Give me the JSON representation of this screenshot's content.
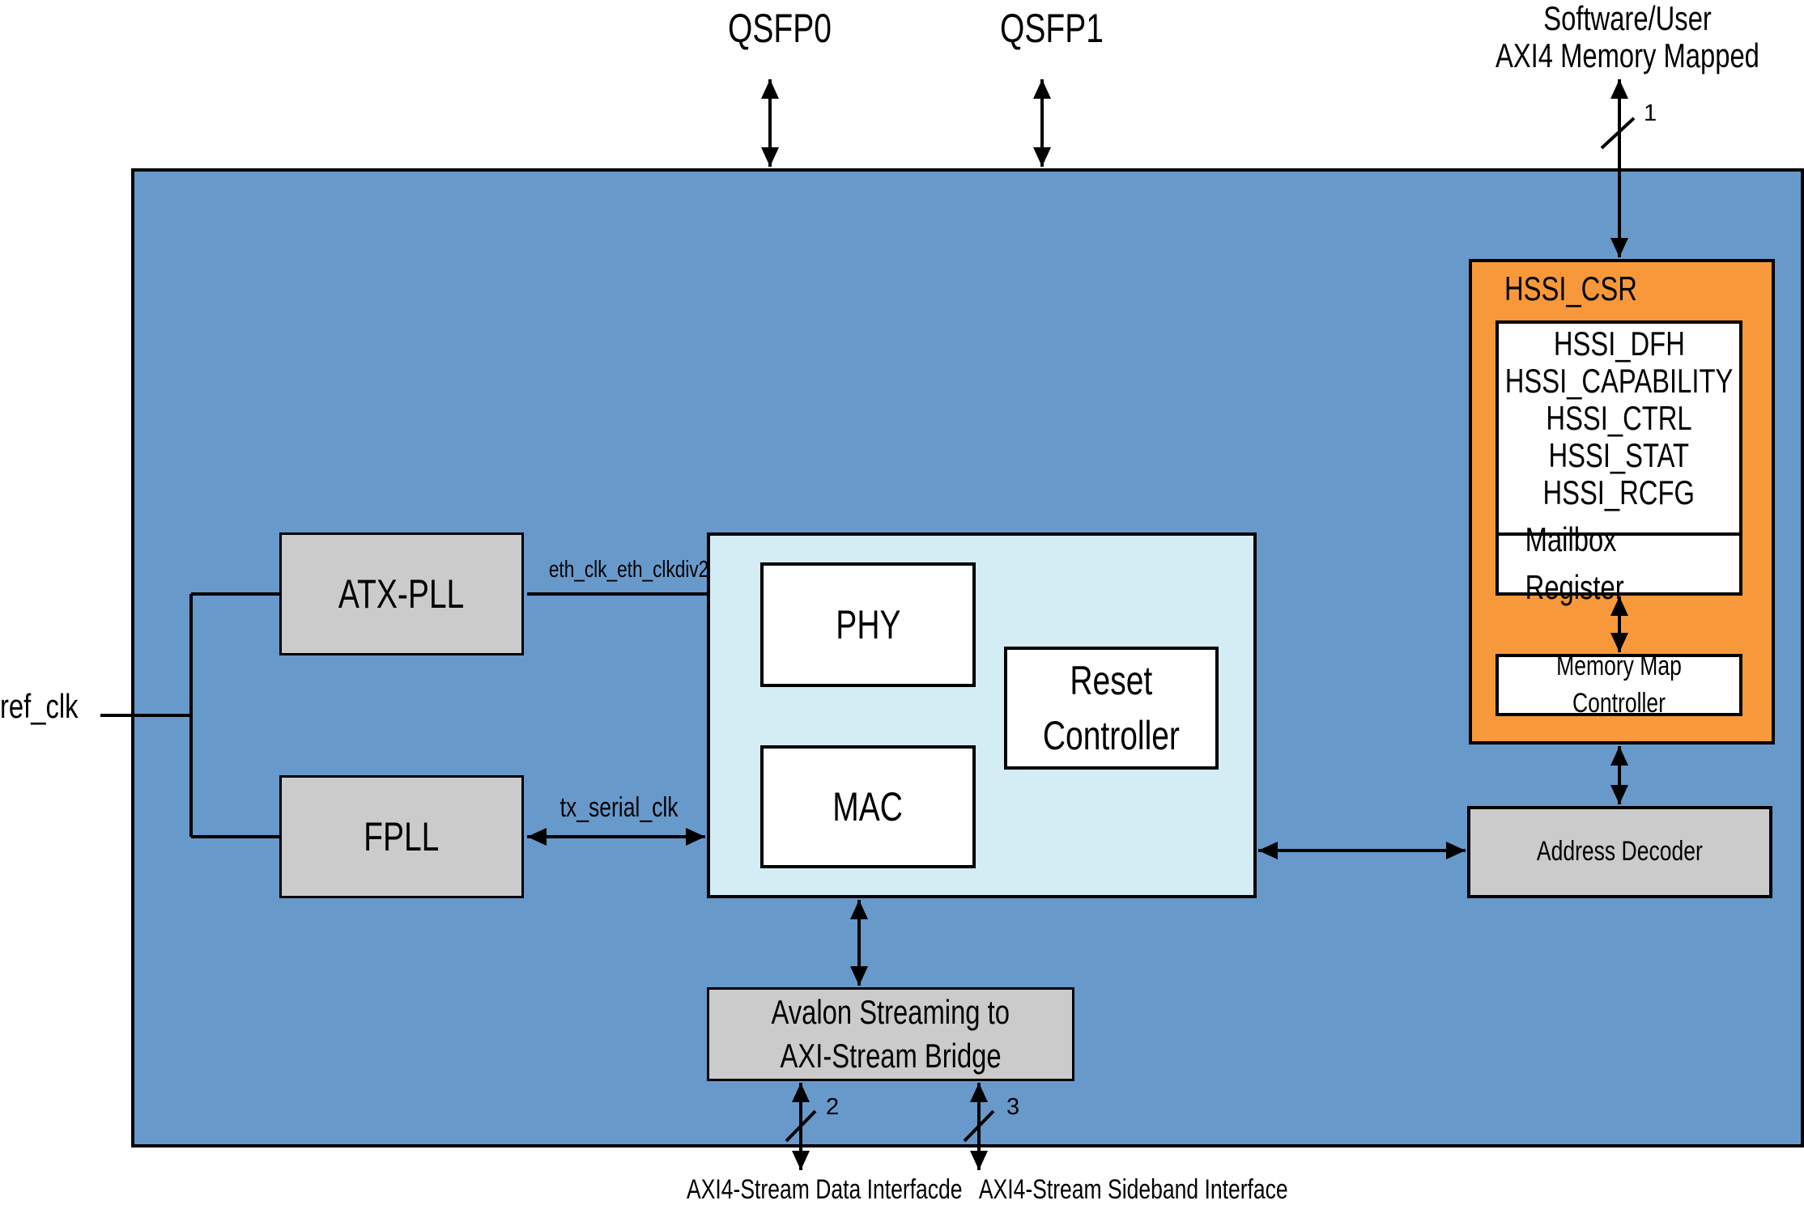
{
  "external": {
    "qsfp0": "QSFP0",
    "qsfp1": "QSFP1",
    "software_line1": "Software/User",
    "software_line2": "AXI4 Memory Mapped",
    "software_bus_width": "1",
    "ref_clk": "ref_clk",
    "axi_data_if": "AXI4-Stream Data Interfacde",
    "axi_data_bus_width": "2",
    "axi_sideband_if": "AXI4-Stream Sideband Interface",
    "axi_sideband_bus_width": "3"
  },
  "blocks": {
    "atx_pll": "ATX-PLL",
    "fpll": "FPLL",
    "phy": "PHY",
    "mac": "MAC",
    "reset_line1": "Reset",
    "reset_line2": "Controller",
    "bridge_line1": "Avalon Streaming to",
    "bridge_line2": "AXI-Stream Bridge",
    "address_decoder": "Address Decoder"
  },
  "signals": {
    "eth_clk": "eth_clk_eth_clkdiv2",
    "tx_serial_clk": "tx_serial_clk"
  },
  "hssi_csr": {
    "title": "HSSI_CSR",
    "registers": [
      "HSSI_DFH",
      "HSSI_CAPABILITY",
      "HSSI_CTRL",
      "HSSI_STAT",
      "HSSI_RCFG"
    ],
    "mailbox": "Mailbox Register",
    "memory_map_controller": "Memory Map Controller"
  },
  "colors": {
    "outer_block": "#6899cb",
    "ethernet_block": "#d4ecf3",
    "csr_block": "#f7993a",
    "grey_block": "#cbcbcb"
  }
}
